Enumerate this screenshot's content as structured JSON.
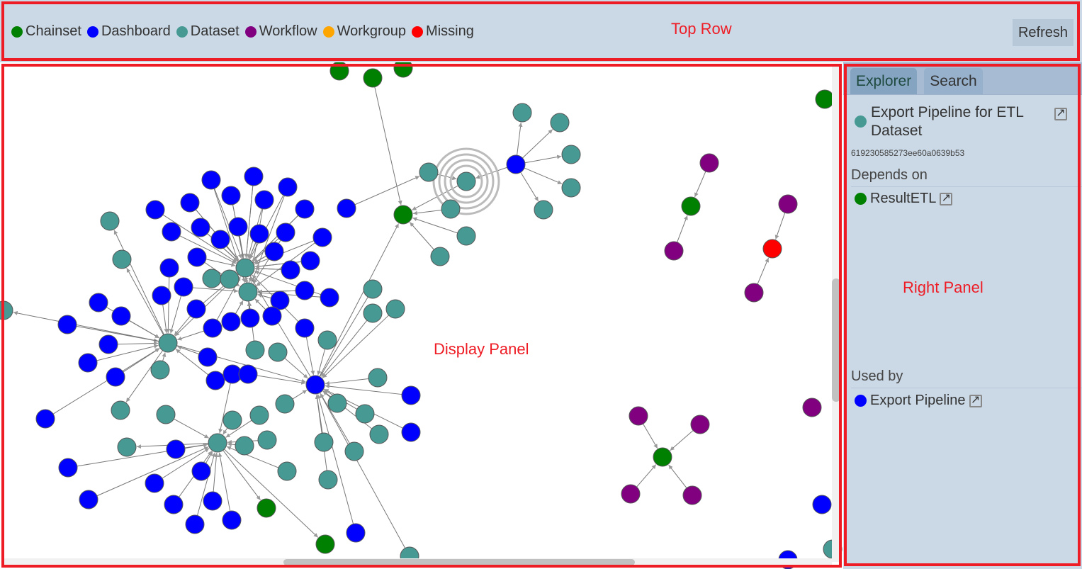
{
  "legend": [
    {
      "label": "Chainset",
      "color": "#008000"
    },
    {
      "label": "Dashboard",
      "color": "#0000ff"
    },
    {
      "label": "Dataset",
      "color": "#479a94"
    },
    {
      "label": "Workflow",
      "color": "#800080"
    },
    {
      "label": "Workgroup",
      "color": "#ffa500"
    },
    {
      "label": "Missing",
      "color": "#ff0000"
    }
  ],
  "refresh_label": "Refresh",
  "tabs": [
    "Explorer",
    "Search"
  ],
  "explorer": {
    "title": "Export Pipeline for ETL Dataset",
    "id": "619230585273ee60a0639b53",
    "depends_label": "Depends on",
    "depends": [
      {
        "name": "ResultETL",
        "type": "Chainset"
      }
    ],
    "used_label": "Used by",
    "used": [
      {
        "name": "Export Pipeline",
        "type": "Dashboard"
      }
    ]
  },
  "annotations": {
    "top": "Top Row",
    "display": "Display Panel",
    "right": "Right Panel"
  }
}
